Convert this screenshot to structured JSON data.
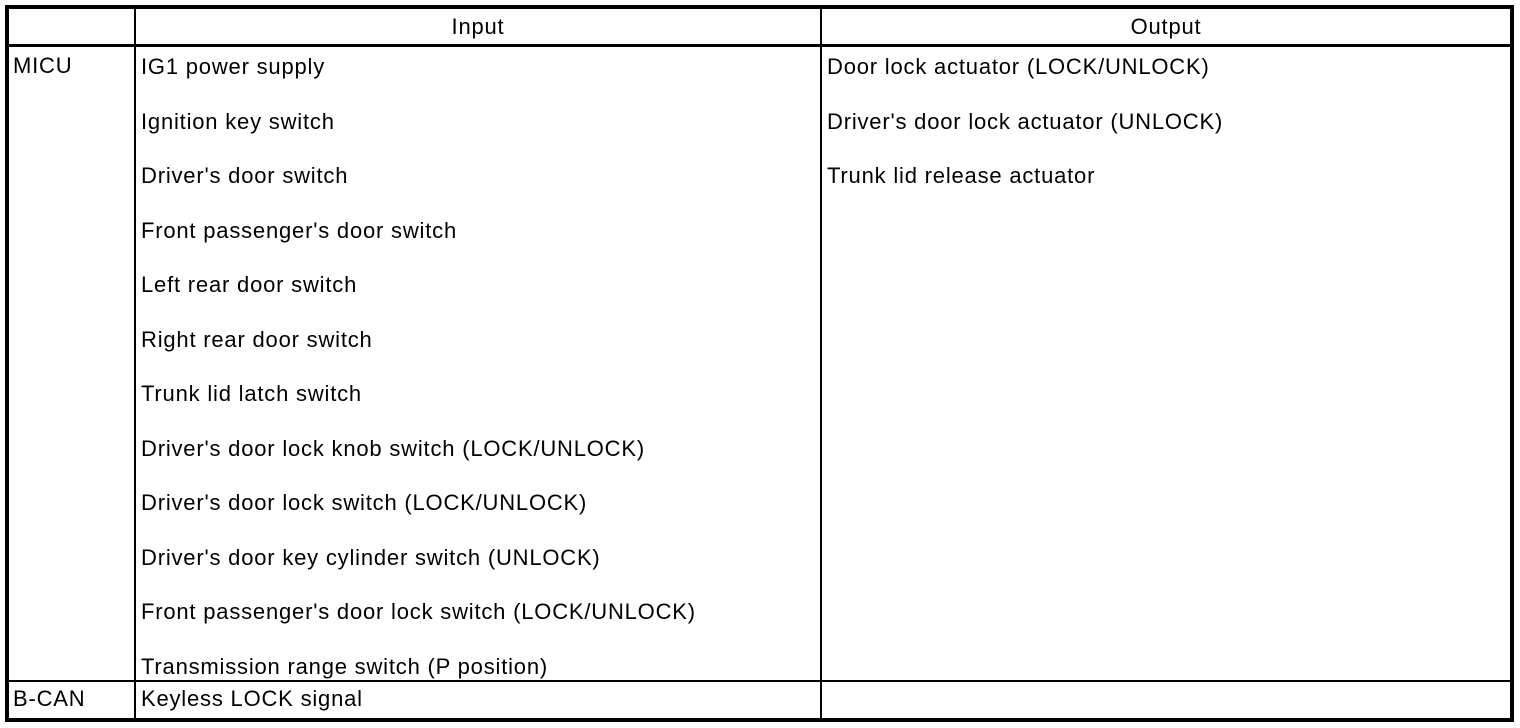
{
  "table": {
    "header": {
      "corner": "",
      "input_label": "Input",
      "output_label": "Output"
    },
    "rows": [
      {
        "source": "MICU",
        "inputs": [
          "IG1 power supply",
          "Ignition key switch",
          "Driver's door switch",
          "Front passenger's door switch",
          "Left rear door switch",
          "Right rear door switch",
          "Trunk lid latch switch",
          "Driver's door lock knob switch (LOCK/UNLOCK)",
          "Driver's door lock switch (LOCK/UNLOCK)",
          "Driver's door key cylinder switch (UNLOCK)",
          "Front passenger's door lock switch (LOCK/UNLOCK)",
          "Transmission range switch (P position)"
        ],
        "outputs": [
          "Door lock actuator (LOCK/UNLOCK)",
          "Driver's door lock actuator (UNLOCK)",
          "Trunk lid release actuator"
        ]
      },
      {
        "source": "B-CAN",
        "inputs": [
          "Keyless LOCK signal"
        ],
        "outputs": []
      }
    ],
    "colors": {
      "border": "#000000",
      "text": "#000000",
      "background": "#ffffff"
    }
  }
}
